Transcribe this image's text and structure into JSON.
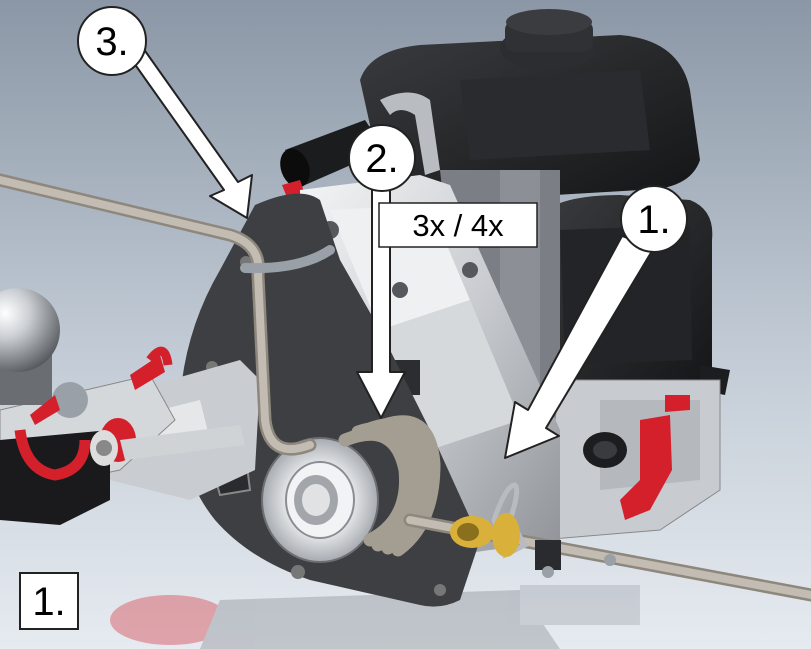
{
  "callouts": {
    "c1": "1.",
    "c2": "2.",
    "c3": "3."
  },
  "ratio_label": "3x / 4x",
  "step_label": "1.",
  "colors": {
    "background_top": "#8b97a6",
    "background_bottom": "#e6ebf0",
    "engine_body": "#1e1f21",
    "side_plate": "#3e3f42",
    "aluminum": "#d9dcdf",
    "rope": "#b3aca1",
    "accent_red": "#d4202b",
    "brass": "#d9b13a",
    "arrow_fill": "#ffffff",
    "arrow_stroke": "#222222"
  }
}
